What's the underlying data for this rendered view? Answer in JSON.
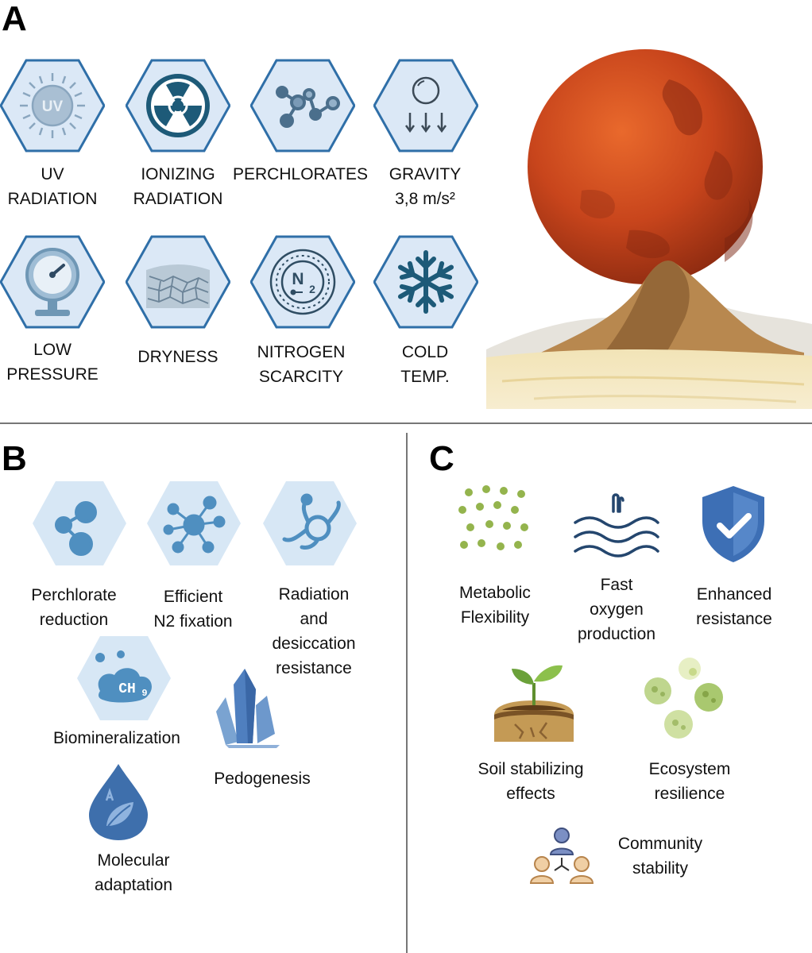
{
  "panels": {
    "a": {
      "letter": "A"
    },
    "b": {
      "letter": "B"
    },
    "c": {
      "letter": "C"
    }
  },
  "stressors": [
    {
      "line1": "UV",
      "line2": "RADIATION",
      "icon": "uv-sun-icon",
      "badge": "UV"
    },
    {
      "line1": "IONIZING",
      "line2": "RADIATION",
      "icon": "radiation-icon"
    },
    {
      "line1": "PERCHLORATES",
      "line2": "",
      "icon": "molecule-icon"
    },
    {
      "line1": "GRAVITY",
      "line2": "3,8 m/s²",
      "icon": "gravity-icon"
    },
    {
      "line1": "LOW",
      "line2": "PRESSURE",
      "icon": "pressure-gauge-icon"
    },
    {
      "line1": "DRYNESS",
      "line2": "",
      "icon": "cracked-soil-icon"
    },
    {
      "line1": "NITROGEN",
      "line2": "SCARCITY",
      "icon": "nitrogen-icon",
      "badge": "N",
      "sub": "2"
    },
    {
      "line1": "COLD",
      "line2": "TEMP.",
      "icon": "snowflake-icon"
    }
  ],
  "traits": [
    {
      "lines": [
        "Perchlorate",
        "reduction"
      ],
      "icon": "perchlorate-molecule-icon"
    },
    {
      "lines": [
        "Efficient",
        "N2 fixation"
      ],
      "icon": "nitrogen-network-icon"
    },
    {
      "lines": [
        "Radiation",
        "and",
        "desiccation",
        "resistance"
      ],
      "icon": "organism-icon"
    },
    {
      "lines": [
        "Biomineralization"
      ],
      "icon": "methane-cloud-icon",
      "badge": "CH",
      "sub": "9"
    },
    {
      "lines": [
        "Pedogenesis"
      ],
      "icon": "crystal-icon"
    },
    {
      "lines": [
        "Molecular",
        "adaptation"
      ],
      "icon": "water-drop-leaf-icon"
    }
  ],
  "benefits": [
    {
      "lines": [
        "Metabolic",
        "Flexibility"
      ],
      "icon": "dots-grid-icon"
    },
    {
      "lines": [
        "Fast",
        "oxygen",
        "production"
      ],
      "icon": "water-waves-icon"
    },
    {
      "lines": [
        "Enhanced",
        "resistance"
      ],
      "icon": "shield-check-icon"
    },
    {
      "lines": [
        "Soil stabilizing",
        "effects"
      ],
      "icon": "soil-sprout-icon"
    },
    {
      "lines": [
        "Ecosystem",
        "resilience"
      ],
      "icon": "cells-icon"
    },
    {
      "lines": [
        "Community",
        "stability"
      ],
      "icon": "people-network-icon"
    }
  ],
  "colors": {
    "hex_fill": "#dbe8f6",
    "hex_stroke": "#2f6fa8",
    "icon_dark": "#1d5a78",
    "icon_mid": "#4f8fc0",
    "trait_hex": "#d7e7f5",
    "mars": "#c8451c",
    "green": "#94b44d",
    "navy": "#24466e",
    "shield": "#3d6fb5"
  }
}
